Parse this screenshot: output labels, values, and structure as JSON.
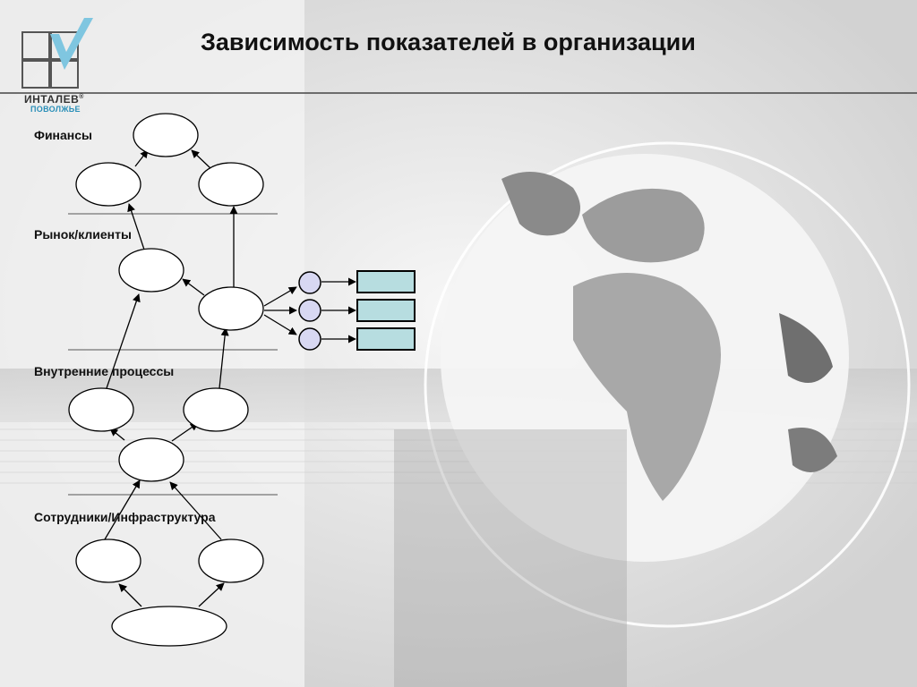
{
  "title": "Зависимость показателей в организации",
  "logo": {
    "line1": "ИНТАЛЕВ",
    "line2": "ПОВОЛЖЬЕ",
    "mark": "®"
  },
  "levels": [
    {
      "label": "Финансы"
    },
    {
      "label": "Рынок/клиенты"
    },
    {
      "label": "Внутренние процессы"
    },
    {
      "label": "Сотрудники/Инфраструктура"
    }
  ],
  "colors": {
    "accent_box": "#b7dde0",
    "small_node": "#d8d8f2",
    "node_fill": "#ffffff",
    "stroke": "#000000"
  }
}
